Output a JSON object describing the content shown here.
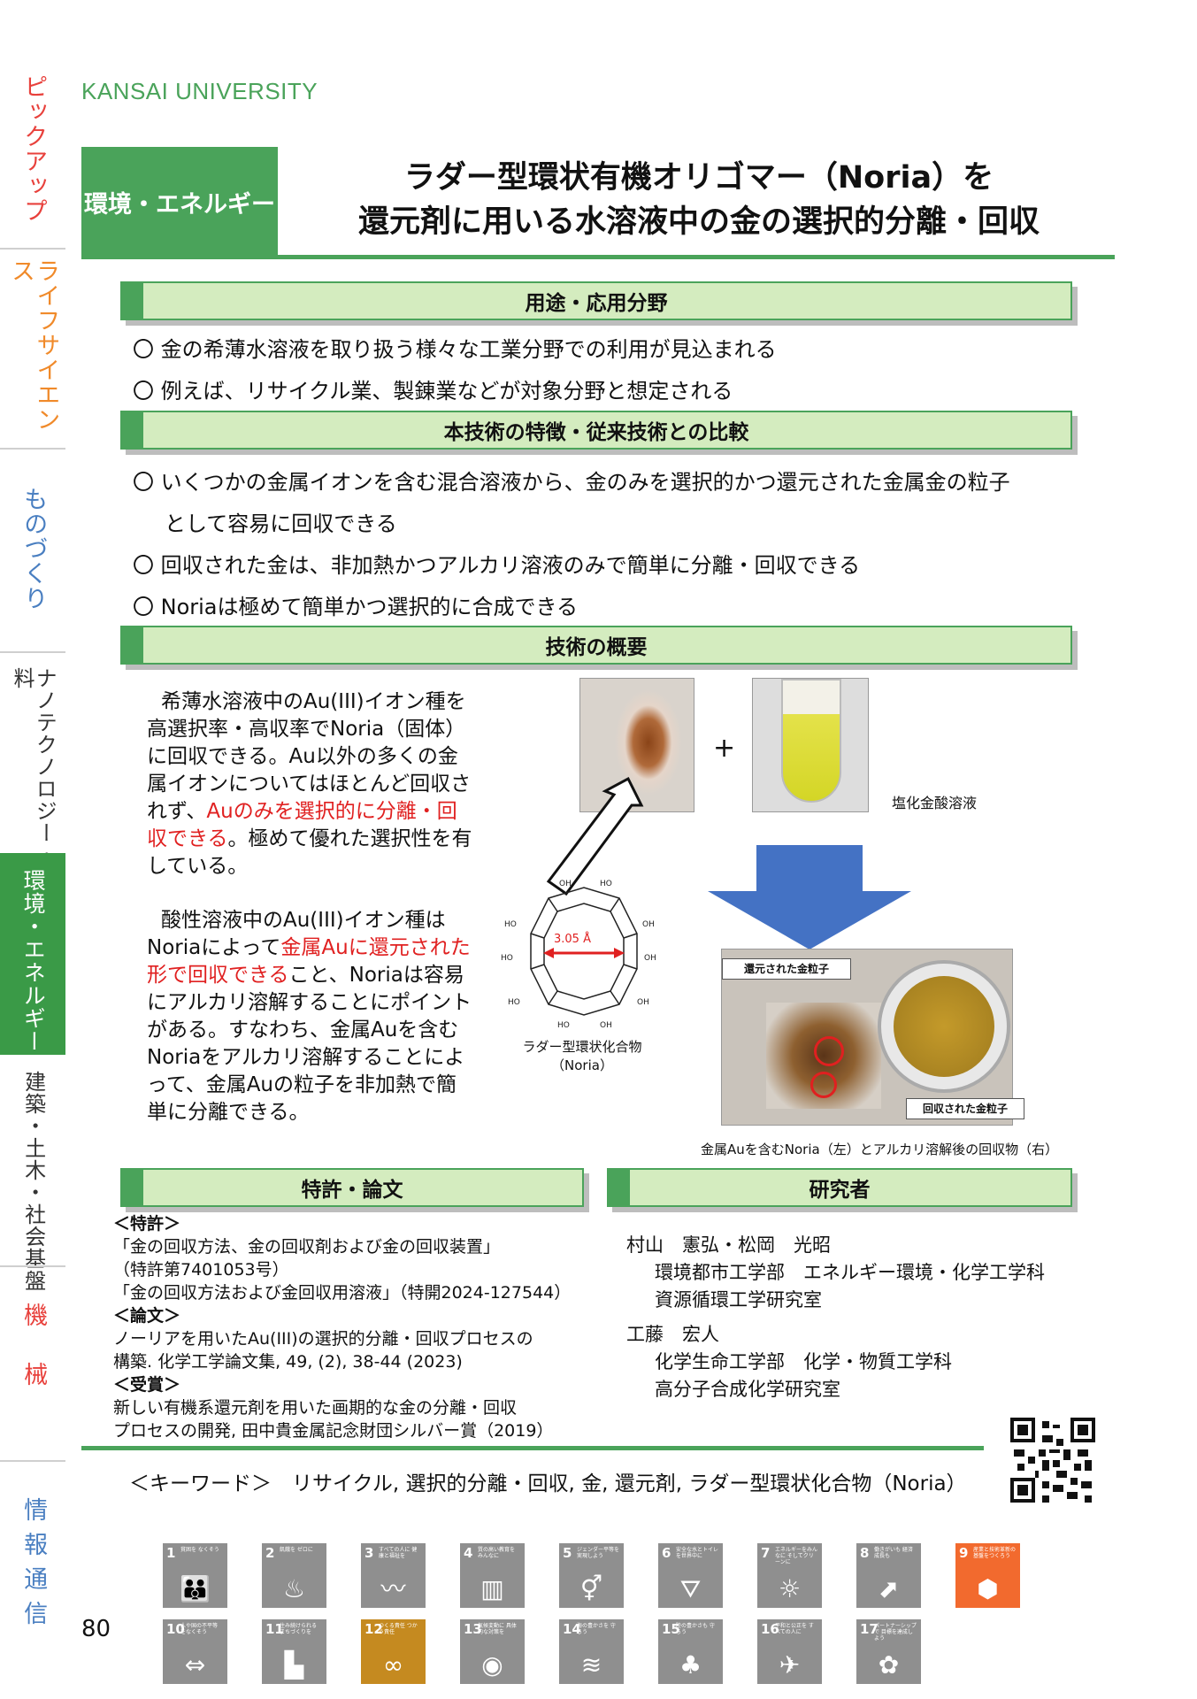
{
  "brand": "KANSAI UNIVERSITY",
  "nav": [
    {
      "label": "ピックアップ",
      "color": "#e8413c"
    },
    {
      "label": "ライフサイエンス",
      "color": "#f08a2a"
    },
    {
      "label": "ものづくり",
      "color": "#4a7fc1"
    },
    {
      "label": "ナノテクノロジー・材料",
      "color": "#333333"
    },
    {
      "label": "環境・エネルギー",
      "color": "#ffffff"
    },
    {
      "label": "建築・土木・社会基盤",
      "color": "#333333"
    },
    {
      "label": "機械",
      "color": "#e8413c"
    },
    {
      "label": "情報通信",
      "color": "#4a7fc1"
    }
  ],
  "category": "環境・エネルギー",
  "title": {
    "line1": "ラダー型環状有機オリゴマー（Noria）を",
    "line2": "還元剤に用いる水溶液中の金の選択的分離・回収"
  },
  "sections": {
    "use": {
      "heading": "用途・応用分野",
      "items": [
        "〇 金の希薄水溶液を取り扱う様々な工業分野での利用が見込まれる",
        "〇 例えば、リサイクル業、製錬業などが対象分野と想定される"
      ]
    },
    "features": {
      "heading": "本技術の特徴・従来技術との比較",
      "items": [
        "〇 いくつかの金属イオンを含む混合溶液から、金のみを選択的かつ還元された金属金の粒子",
        "として容易に回収できる",
        "〇 回収された金は、非加熱かつアルカリ溶液のみで簡単に分離・回収できる",
        "〇 Noriaは極めて簡単かつ選択的に合成できる"
      ]
    },
    "overview": {
      "heading": "技術の概要"
    },
    "patents": {
      "heading": "特許・論文"
    },
    "researchers": {
      "heading": "研究者"
    }
  },
  "overview": {
    "p1": {
      "a": "希薄水溶液中のAu(III)イオン種を高選択率・高収率でNoria（固体）に回収できる。Au以外の多くの金属イオンについてはほとんど回収されず、",
      "red": "Auのみを選択的に分離・回収できる",
      "b": "。極めて優れた選択性を有している。"
    },
    "p2": {
      "a": "酸性溶液中のAu(III)イオン種はNoriaによって",
      "red": "金属Auに還元された形で回収できる",
      "b": "こと、Noriaは容易にアルカリ溶解することにポイントがある。すなわち、金属Auを含むNoriaをアルカリ溶解することによって、金属Auの粒子を非加熱で簡単に分離できる。"
    },
    "plus": "+",
    "solution_label": "塩化金酸溶液",
    "distance": "3.05 Å",
    "compound_label1": "ラダー型環状化合物",
    "compound_label2": "（Noria）",
    "reduced_label": "還元された金粒子",
    "recovered_label": "回収された金粒子",
    "caption": "金属Auを含むNoria（左）とアルカリ溶解後の回収物（右）"
  },
  "patents": {
    "h1": "＜特許＞",
    "l1": "「金の回収方法、金の回収剤および金の回収装置」",
    "l2": "（特許第7401053号）",
    "l3": "「金の回収方法および金回収用溶液」（特開2024-127544）",
    "h2": "＜論文＞",
    "l4": "ノーリアを用いたAu(III)の選択的分離・回収プロセスの",
    "l5": "構築. 化学工学論文集, 49, (2), 38-44 (2023)",
    "h3": "＜受賞＞",
    "l6": "新しい有機系還元剤を用いた画期的な金の分離・回収",
    "l7": "プロセスの開発, 田中貴金属記念財団シルバー賞（2019）"
  },
  "researchers": [
    {
      "name": "村山　憲弘・松岡　光昭",
      "dept": "環境都市工学部　エネルギー環境・化学工学科",
      "lab": "資源循環工学研究室"
    },
    {
      "name": "工藤　宏人",
      "dept": "化学生命工学部　化学・物質工学科",
      "lab": "高分子合成化学研究室"
    }
  ],
  "keywords": "＜キーワード＞　リサイクル, 選択的分離・回収, 金, 還元剤, ラダー型環状化合物（Noria）",
  "page_number": "80",
  "sdgs": [
    {
      "n": "1",
      "t": "貧困を なくそう",
      "icon": "family-icon",
      "glyph": "👪",
      "active": false
    },
    {
      "n": "2",
      "t": "飢餓を ゼロに",
      "icon": "bowl-icon",
      "glyph": "♨",
      "active": false
    },
    {
      "n": "3",
      "t": "すべての人に 健康と福祉を",
      "icon": "heartbeat-icon",
      "glyph": "〰",
      "active": false
    },
    {
      "n": "4",
      "t": "質の高い教育を みんなに",
      "icon": "book-icon",
      "glyph": "▥",
      "active": false
    },
    {
      "n": "5",
      "t": "ジェンダー平等を 実現しよう",
      "icon": "gender-icon",
      "glyph": "⚥",
      "active": false
    },
    {
      "n": "6",
      "t": "安全な水とトイレ を世界中に",
      "icon": "water-icon",
      "glyph": "⛛",
      "active": false
    },
    {
      "n": "7",
      "t": "エネルギーをみんなに そしてクリーンに",
      "icon": "sun-icon",
      "glyph": "☼",
      "active": false
    },
    {
      "n": "8",
      "t": "働きがいも 経済成長も",
      "icon": "growth-icon",
      "glyph": "⬈",
      "active": false
    },
    {
      "n": "9",
      "t": "産業と技術革新の 基盤をつくろう",
      "icon": "cubes-icon",
      "glyph": "⬢",
      "active": true
    },
    {
      "n": "10",
      "t": "人や国の不平等 をなくそう",
      "icon": "equality-icon",
      "glyph": "⇔",
      "active": false
    },
    {
      "n": "11",
      "t": "住み続けられる まちづくりを",
      "icon": "city-icon",
      "glyph": "▙",
      "active": false
    },
    {
      "n": "12",
      "t": "つくる責任 つかう責任",
      "icon": "infinity-icon",
      "glyph": "∞",
      "active": true
    },
    {
      "n": "13",
      "t": "気候変動に 具体的な対策を",
      "icon": "eye-icon",
      "glyph": "◉",
      "active": false
    },
    {
      "n": "14",
      "t": "海の豊かさを 守ろう",
      "icon": "fish-icon",
      "glyph": "≋",
      "active": false
    },
    {
      "n": "15",
      "t": "陸の豊かさも 守ろう",
      "icon": "tree-icon",
      "glyph": "♣",
      "active": false
    },
    {
      "n": "16",
      "t": "平和と公正を すべての人に",
      "icon": "dove-icon",
      "glyph": "✈",
      "active": false
    },
    {
      "n": "17",
      "t": "パートナーシップで 目標を達成しよう",
      "icon": "partnership-icon",
      "glyph": "✿",
      "active": false
    }
  ]
}
